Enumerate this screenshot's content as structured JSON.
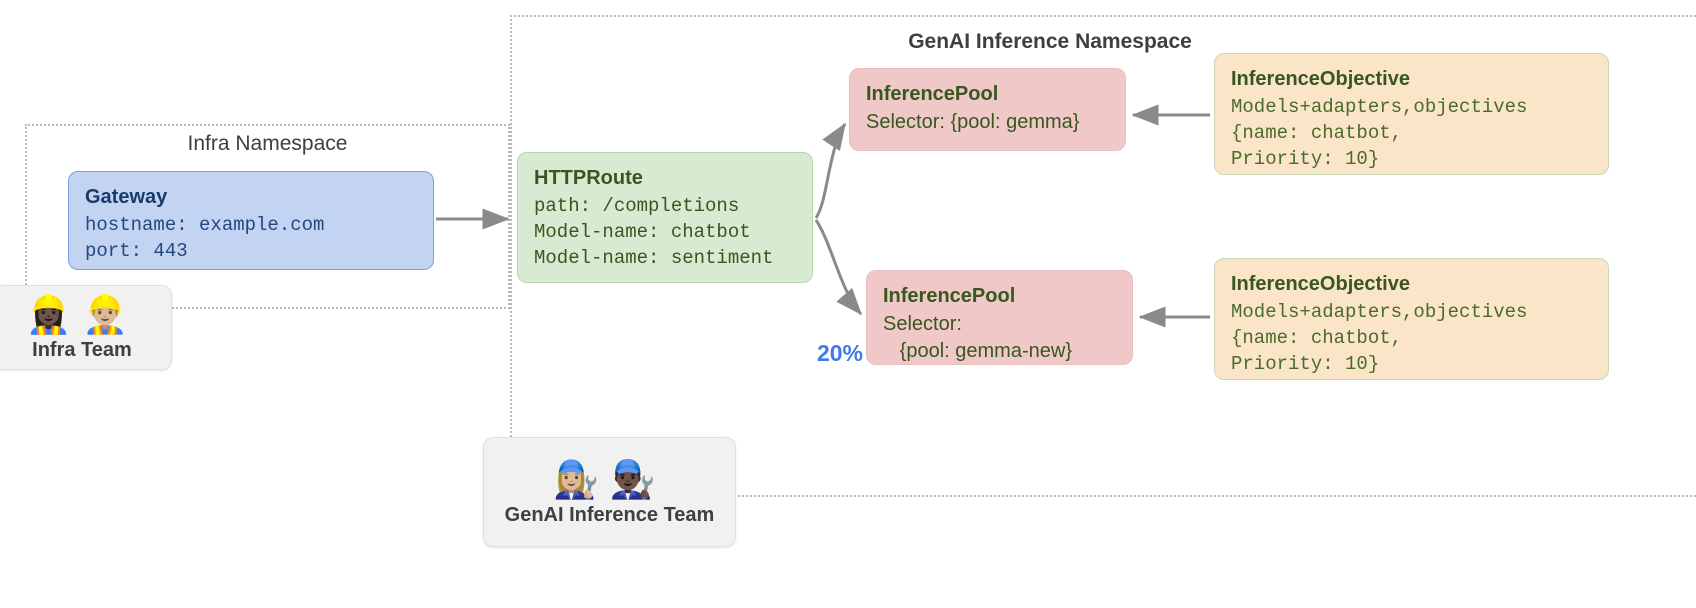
{
  "namespaces": [
    {
      "id": "infra",
      "title": "Infra Namespace"
    },
    {
      "id": "genai",
      "title": "GenAI Inference Namespace"
    }
  ],
  "nodes": {
    "gateway": {
      "title": "Gateway",
      "line1": "hostname: example.com",
      "line2": "port: 443"
    },
    "httproute": {
      "title": "HTTPRoute",
      "line1": "path: /completions",
      "line2": "Model-name: chatbot",
      "line3": "Model-name: sentiment"
    },
    "pool_gemma": {
      "title": "InferencePool",
      "line1": "Selector: {pool: gemma}"
    },
    "pool_gemma_new": {
      "title": "InferencePool",
      "line1": "Selector:",
      "line2": "   {pool: gemma-new}"
    },
    "objective_1": {
      "title": "InferenceObjective",
      "line1": "Models+adapters,objectives",
      "line2": "{name: chatbot,",
      "line3": "Priority: 10}"
    },
    "objective_2": {
      "title": "InferenceObjective",
      "line1": "Models+adapters,objectives",
      "line2": "{name: chatbot,",
      "line3": "Priority: 10}"
    }
  },
  "teams": {
    "infra": {
      "label": "Infra Team",
      "emojis": "👷🏿‍♀️👷🏼‍♂️"
    },
    "genai": {
      "label": "GenAI Inference Team",
      "emojis": "👩🏼‍🔧👨🏿‍🔧"
    }
  },
  "labels": {
    "traffic_split": "20%"
  },
  "colors": {
    "gateway_fill": "#c3d4f2",
    "gateway_border": "#7b9ede",
    "gateway_text": "#23477f",
    "httproute_fill": "#d9ead3",
    "httproute_border": "#b6d7a8",
    "pool_fill": "#f0c8c8",
    "objective_fill": "#fae5c9",
    "node_text_green": "#38571f",
    "split_label": "#4079e8",
    "arrow": "#8a8a8a",
    "namespace_border": "#b9b9b9"
  }
}
